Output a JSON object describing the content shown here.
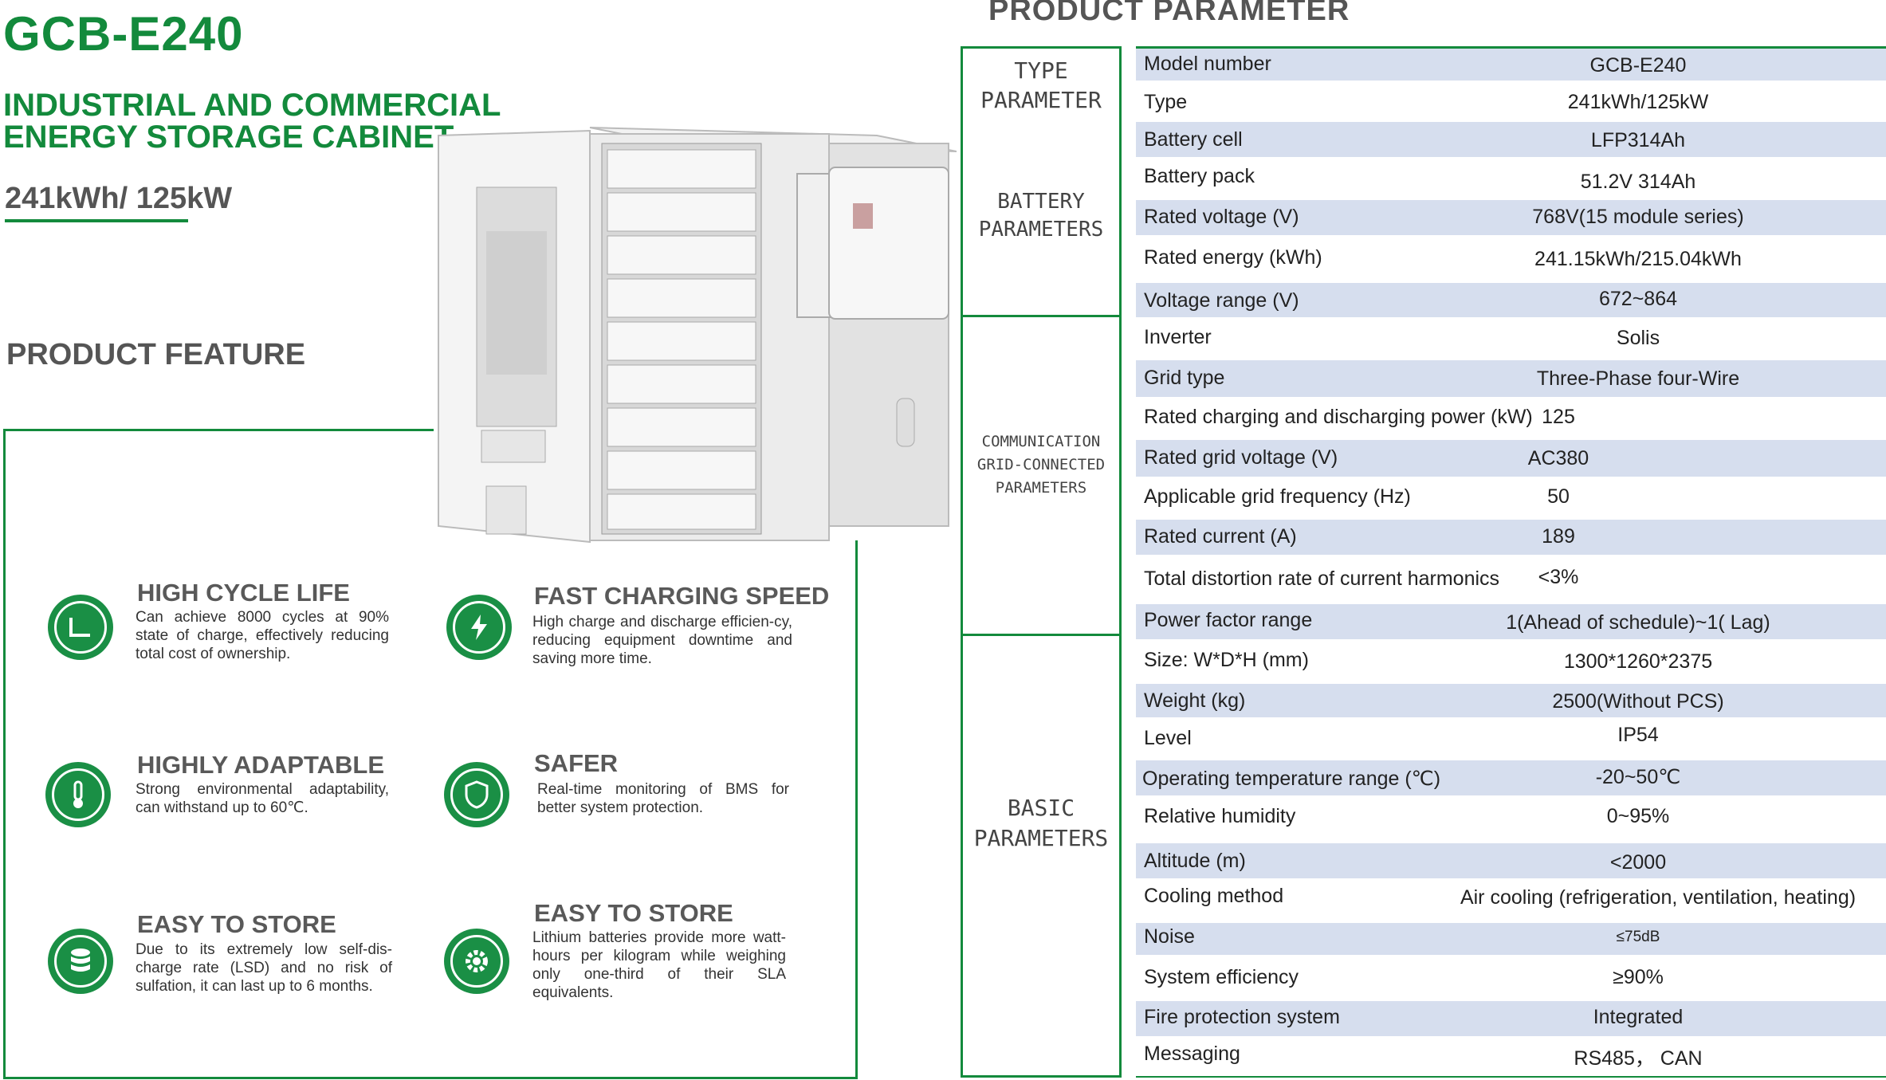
{
  "header": {
    "model": "GCB-E240",
    "subtitle_line1": "INDUSTRIAL AND COMMERCIAL",
    "subtitle_line2": "ENERGY STORAGE CABINET",
    "power": "241kWh/ 125kW"
  },
  "features": {
    "heading": "PRODUCT FEATURE",
    "items": [
      {
        "title": "HIGH CYCLE LIFE",
        "desc": "Can achieve 8000 cycles at 90% state of charge, effectively reducing total cost of ownership.",
        "icon": "clock-icon"
      },
      {
        "title": "FAST CHARGING SPEED",
        "desc": "High charge and discharge efficien-cy, reducing equipment downtime and saving more time.",
        "icon": "lightning-icon"
      },
      {
        "title": "HIGHLY ADAPTABLE",
        "desc": "Strong environmental adaptability, can withstand up to 60℃.",
        "icon": "thermometer-icon"
      },
      {
        "title": "SAFER",
        "desc": "Real-time monitoring of BMS for better system protection.",
        "icon": "shield-icon"
      },
      {
        "title": "EASY TO STORE",
        "desc": "Due to its extremely low self-dis-charge rate (LSD) and no risk of sulfation, it can last up to 6 months.",
        "icon": "database-icon"
      },
      {
        "title": "EASY TO STORE",
        "desc": "Lithium batteries provide more watt-hours per kilogram while weighing only one-third of their SLA equivalents.",
        "icon": "gear-icon"
      }
    ]
  },
  "params": {
    "heading": "PRODUCT PARAMETER",
    "categories": [
      {
        "line1": "TYPE",
        "line2": "PARAMETER"
      },
      {
        "line1": "BATTERY",
        "line2": "PARAMETERS"
      },
      {
        "line1": "COMMUNICATION",
        "line2": "GRID-CONNECTED",
        "line3": "PARAMETERS"
      },
      {
        "line1": "BASIC",
        "line2": "PARAMETERS"
      }
    ],
    "rows": [
      {
        "label": "Model  number",
        "value": "GCB-E240"
      },
      {
        "label": "Type",
        "value": "241kWh/125kW"
      },
      {
        "label": "Battery cell",
        "value": "LFP314Ah"
      },
      {
        "label": "Battery pack",
        "value": "51.2V  314Ah"
      },
      {
        "label": "Rated voltage (V)",
        "value": "768V(15  module series)"
      },
      {
        "label": "Rated energy (kWh)",
        "value": "241.15kWh/215.04kWh"
      },
      {
        "label": "Voltage range (V)",
        "value": "672~864"
      },
      {
        "label": "Inverter",
        "value": "Solis"
      },
      {
        "label": "Grid type",
        "value": "Three-Phase four-Wire"
      },
      {
        "label": "Rated charging and  discharging  power (kW)",
        "value": "125"
      },
      {
        "label": "Rated grid voltage (V)",
        "value": "AC380"
      },
      {
        "label": "Applicable grid frequency   (Hz)",
        "value": "50"
      },
      {
        "label": "Rated current (A)",
        "value": "189"
      },
      {
        "label": "Total distortion rate of current harmonics",
        "value": "<3%"
      },
      {
        "label": "Power factor  range",
        "value": "1(Ahead of schedule)~1( Lag)"
      },
      {
        "label": "Size: W*D*H (mm)",
        "value": "1300*1260*2375"
      },
      {
        "label": " Weight (kg)",
        "value": "2500(Without PCS)"
      },
      {
        "label": "Level",
        "value": "IP54"
      },
      {
        "label": "Operating temperature range (℃)",
        "value": "-20~50℃"
      },
      {
        "label": "Relative humidity",
        "value": "0~95%"
      },
      {
        "label": "Altitude (m)",
        "value": "<2000"
      },
      {
        "label": "Cooling method",
        "value": "Air cooling (refrigeration, ventilation, heating)"
      },
      {
        "label": "Noise",
        "value": "≤75dB"
      },
      {
        "label": "System efficiency",
        "value": "≥90%"
      },
      {
        "label": "Fire protection system",
        "value": "Integrated"
      },
      {
        "label": "Messaging",
        "value": "RS485， CAN"
      }
    ]
  }
}
